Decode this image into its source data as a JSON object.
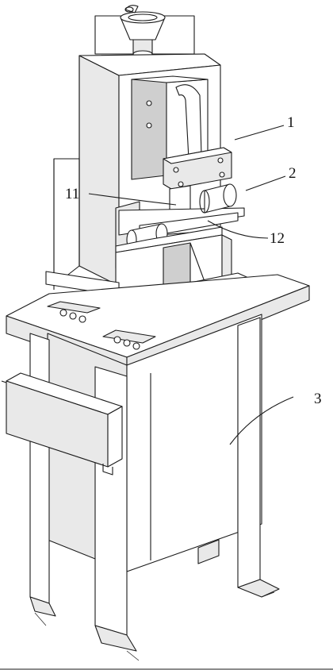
{
  "labels": {
    "l1": "1",
    "l2": "2",
    "l3": "3",
    "l11": "11",
    "l12": "12"
  },
  "colors": {
    "line": "#1a1a1a",
    "fill_light": "#e9e9e9",
    "fill_dark": "#cfcfcf"
  }
}
